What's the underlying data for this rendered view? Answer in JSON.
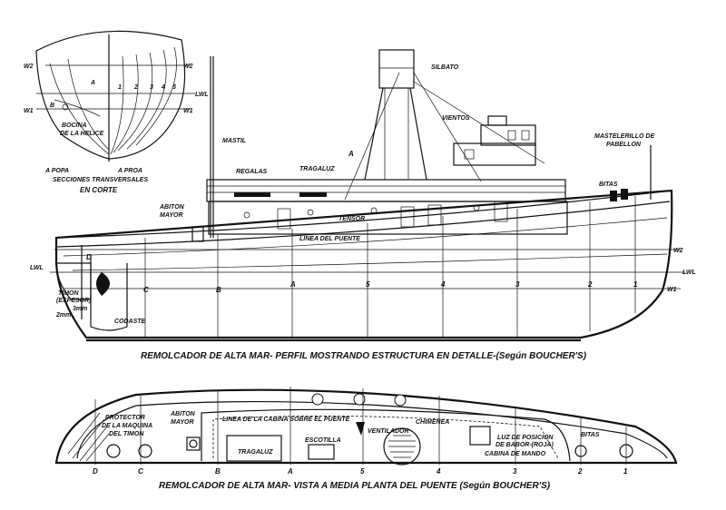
{
  "labels": {
    "silbato": "SILBATO",
    "vientos": "VIENTOS",
    "mastil": "MASTIL",
    "regalas": "REGALAS",
    "tragaluz_top": "TRAGALUZ",
    "abiton_top_1": "ABITON",
    "abiton_top_2": "MAYOR",
    "tensor": "TENSOR",
    "mark_a": "A",
    "linea_puente": "LINEA DEL PUENTE",
    "mastelerillo_1": "MASTELERILLO DE",
    "mastelerillo_2": "PABELLON",
    "bitas_top": "BITAS",
    "w2_left": "W2",
    "w1_left": "W1",
    "w2_right": "W2",
    "w1_right": "W1",
    "lwl_left": "LWL",
    "lwl_right": "LWL",
    "lwl_section": "LWL",
    "w2_sec_l": "W2",
    "w2_sec_r": "W2",
    "w1_sec_l": "W1",
    "w1_sec_r": "W1",
    "bocina_1": "BOCINA",
    "bocina_2": "DE LA HELICE",
    "a_popa": "A POPA",
    "a_proa": "A PROA",
    "secciones": "SECCIONES TRANSVERSALES",
    "en_corte": "EN CORTE",
    "timon_1": "TIMON",
    "timon_2": "(ESPESOR)",
    "timon_3": "3mm",
    "timon_4": "2mm",
    "codaste": "CODASTE",
    "d_label": "D",
    "sec_b": "B",
    "sec_a": "A",
    "sec_1": "1",
    "sec_2": "2",
    "sec_3": "3",
    "sec_4": "4",
    "sec_5": "5",
    "protector_1": "PROTECTOR",
    "protector_2": "DE LA MAQUINA",
    "protector_3": "DEL TIMON",
    "abiton_bot_1": "ABITON",
    "abiton_bot_2": "MAYOR",
    "linea_cabina": "LINEA DE LA CABINA SOBRE EL PUENTE",
    "ventilador": "VENTILADOR",
    "chimenea": "CHIMENEA",
    "luz_1": "LUZ DE POSICION",
    "luz_2": "DE BABOR-(ROJA)",
    "cabina_mando": "CABINA DE MANDO",
    "bitas_bot": "BITAS",
    "tragaluz_bot": "TRAGALUZ",
    "escotilla": "ESCOTILLA"
  },
  "stations_profile": [
    "C",
    "B",
    "A",
    "5",
    "4",
    "3",
    "2",
    "1"
  ],
  "stations_plan": [
    "D",
    "C",
    "B",
    "A",
    "5",
    "4",
    "3",
    "2",
    "1"
  ],
  "captions": {
    "profile": "REMOLCADOR DE ALTA MAR- PERFIL MOSTRANDO ESTRUCTURA EN DETALLE-(Según BOUCHER'S)",
    "plan": "REMOLCADOR DE ALTA MAR- VISTA A MEDIA PLANTA DEL PUENTE (Según BOUCHER'S)"
  }
}
